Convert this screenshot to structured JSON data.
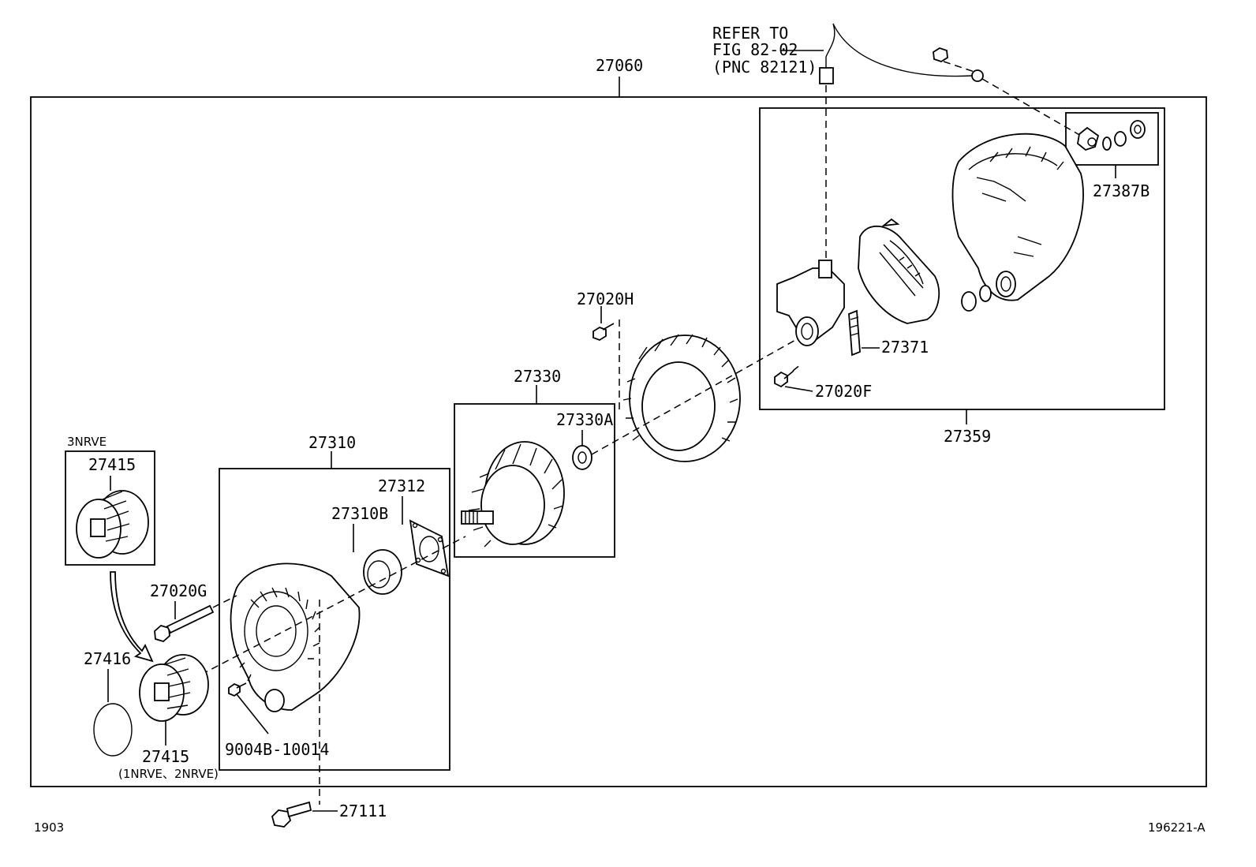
{
  "labels": {
    "main_assembly": "27060",
    "refer_line1": "REFER TO",
    "refer_line2": "FIG 82-02",
    "refer_line3": "(PNC 82121)",
    "rear_frame_group": "27359",
    "terminal_kit": "27387B",
    "brush": "27371",
    "screw_f": "27020F",
    "screw_h": "27020H",
    "rotor_group": "27330",
    "rotor_bearing": "27330A",
    "drive_frame_group": "27310",
    "retainer": "27312",
    "drive_bearing": "27310B",
    "variant_3nrve": "3NRVE",
    "pulley_3nrve": "27415",
    "stud_bolt": "27020G",
    "pulley_cover": "27416",
    "pulley_other": "27415",
    "pulley_other_note": "(1NRVE、2NRVE)",
    "screw_small": "9004B-10014",
    "mount_bolt": "27111",
    "corner_left": "1903",
    "corner_right": "196221-A"
  }
}
